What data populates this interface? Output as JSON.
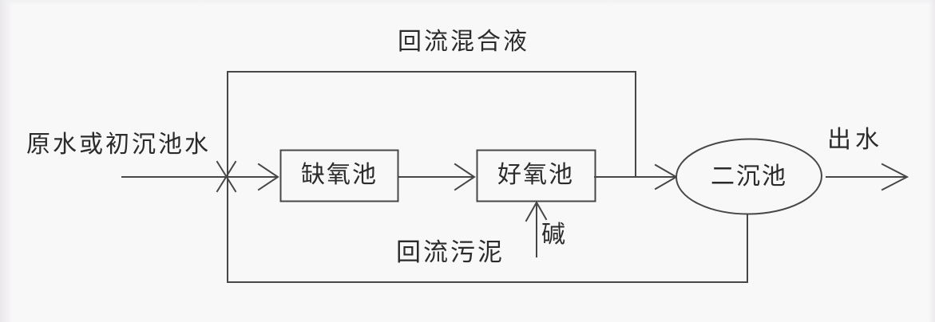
{
  "diagram": {
    "type": "process-flow",
    "subject": "A/O biological wastewater treatment flow scheme",
    "labels": {
      "recycle_mixed_liquor": "回流混合液",
      "influent": "原水或初沉池水",
      "effluent": "出水",
      "alkali": "碱",
      "return_sludge": "回流污泥"
    },
    "nodes": [
      {
        "id": "anoxic-tank",
        "label": "缺氧池",
        "shape": "rectangle"
      },
      {
        "id": "aerobic-tank",
        "label": "好氧池",
        "shape": "rectangle"
      },
      {
        "id": "secondary-clarifier",
        "label": "二沉池",
        "shape": "ellipse"
      }
    ],
    "edges": [
      {
        "from": "influent",
        "to": "anoxic-tank",
        "label": "原水或初沉池水"
      },
      {
        "from": "anoxic-tank",
        "to": "aerobic-tank"
      },
      {
        "from": "aerobic-tank",
        "to": "secondary-clarifier"
      },
      {
        "from": "secondary-clarifier",
        "to": "effluent",
        "label": "出水"
      },
      {
        "from": "secondary-clarifier",
        "to": "mix-junction",
        "label": "回流污泥",
        "route": "bottom"
      },
      {
        "from": "aerobic-clarifier-line",
        "to": "mix-junction",
        "label": "回流混合液",
        "route": "top"
      },
      {
        "from": "alkali-feed",
        "to": "aerobic-tank",
        "label": "碱"
      }
    ],
    "colors": {
      "background": "#f9f8f9",
      "line": "#474747",
      "text": "#2b2b2b"
    }
  }
}
